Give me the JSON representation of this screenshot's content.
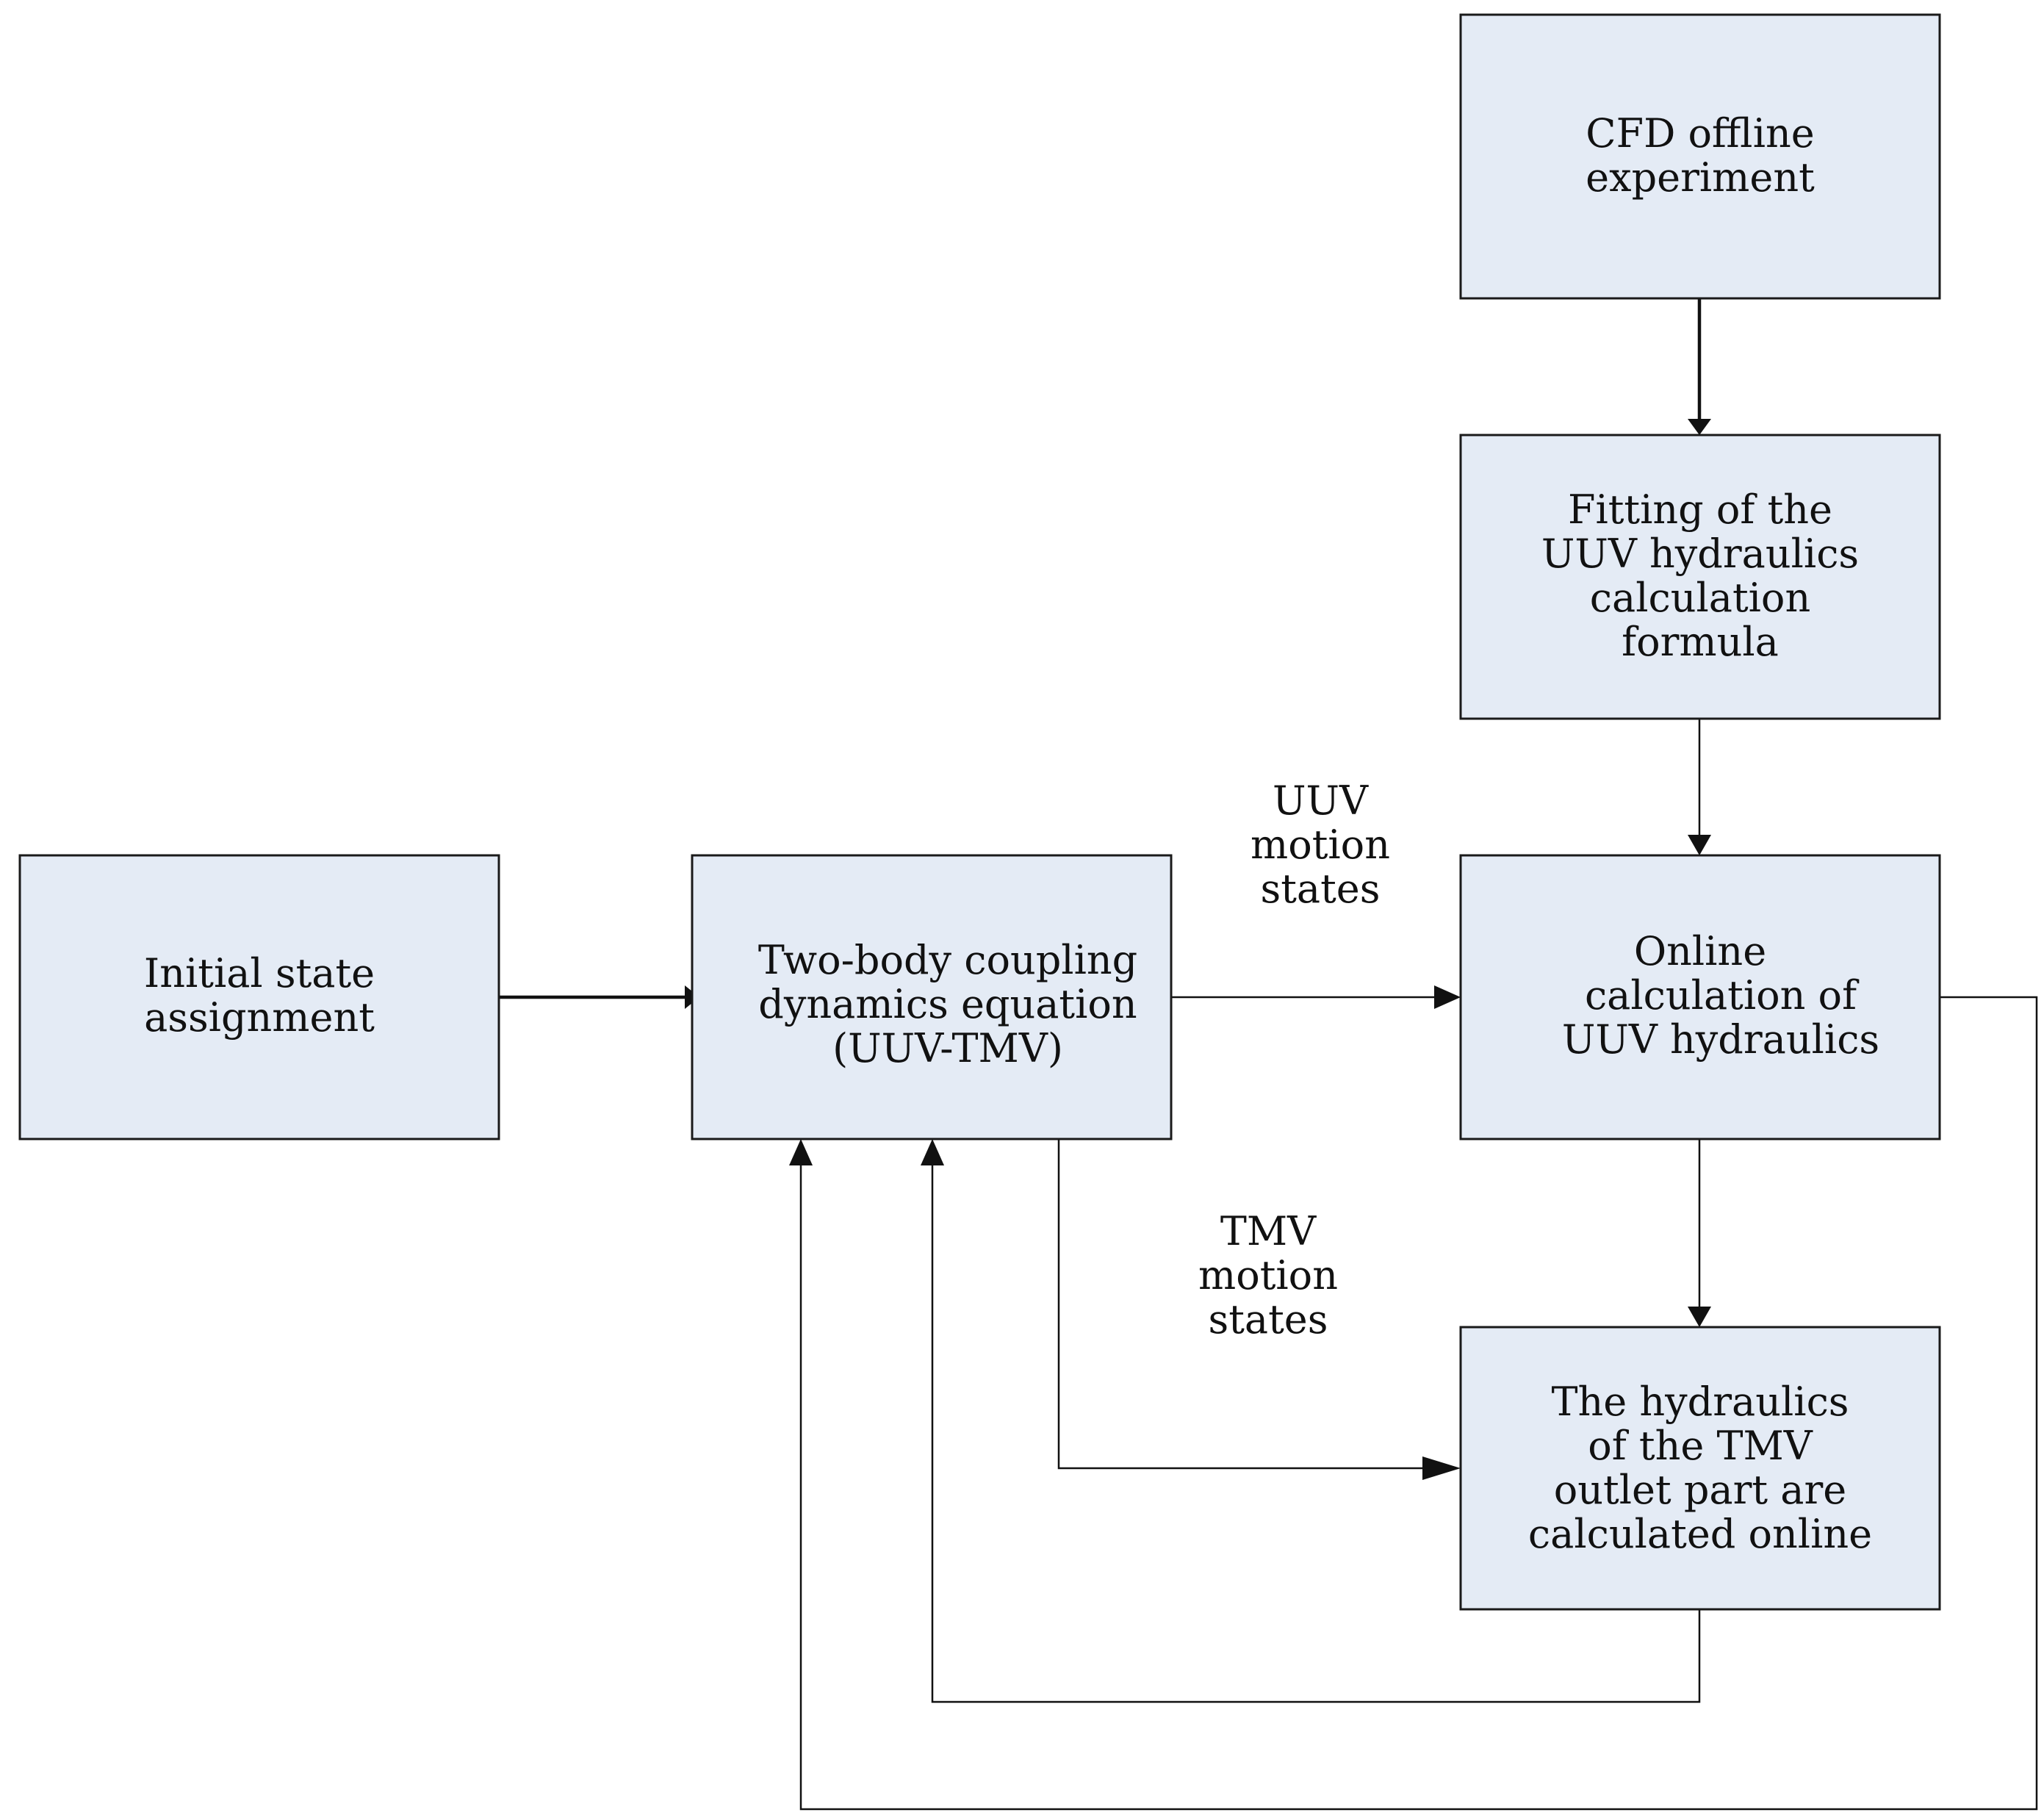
{
  "nodes": {
    "cfd": {
      "lines": [
        "CFD offline",
        "experiment"
      ]
    },
    "fitting": {
      "lines": [
        "Fitting of the",
        "UUV hydraulics",
        "calculation",
        "formula"
      ]
    },
    "initial": {
      "lines": [
        "Initial state",
        "assignment"
      ]
    },
    "twobody": {
      "lines": [
        "Two-body coupling",
        "dynamics equation",
        "(UUV-TMV)"
      ]
    },
    "online": {
      "lines": [
        "Online",
        "calculation of",
        "UUV hydraulics"
      ]
    },
    "tmv_hydraulics": {
      "lines": [
        "The hydraulics",
        "of the TMV",
        "outlet part are",
        "calculated online"
      ]
    }
  },
  "edge_labels": {
    "uuv_states": {
      "lines": [
        "UUV",
        "motion",
        "states"
      ]
    },
    "tmv_states": {
      "lines": [
        "TMV",
        "motion",
        "states"
      ]
    }
  },
  "colors": {
    "box_fill": "#e4ebf5",
    "stroke": "#111111"
  }
}
